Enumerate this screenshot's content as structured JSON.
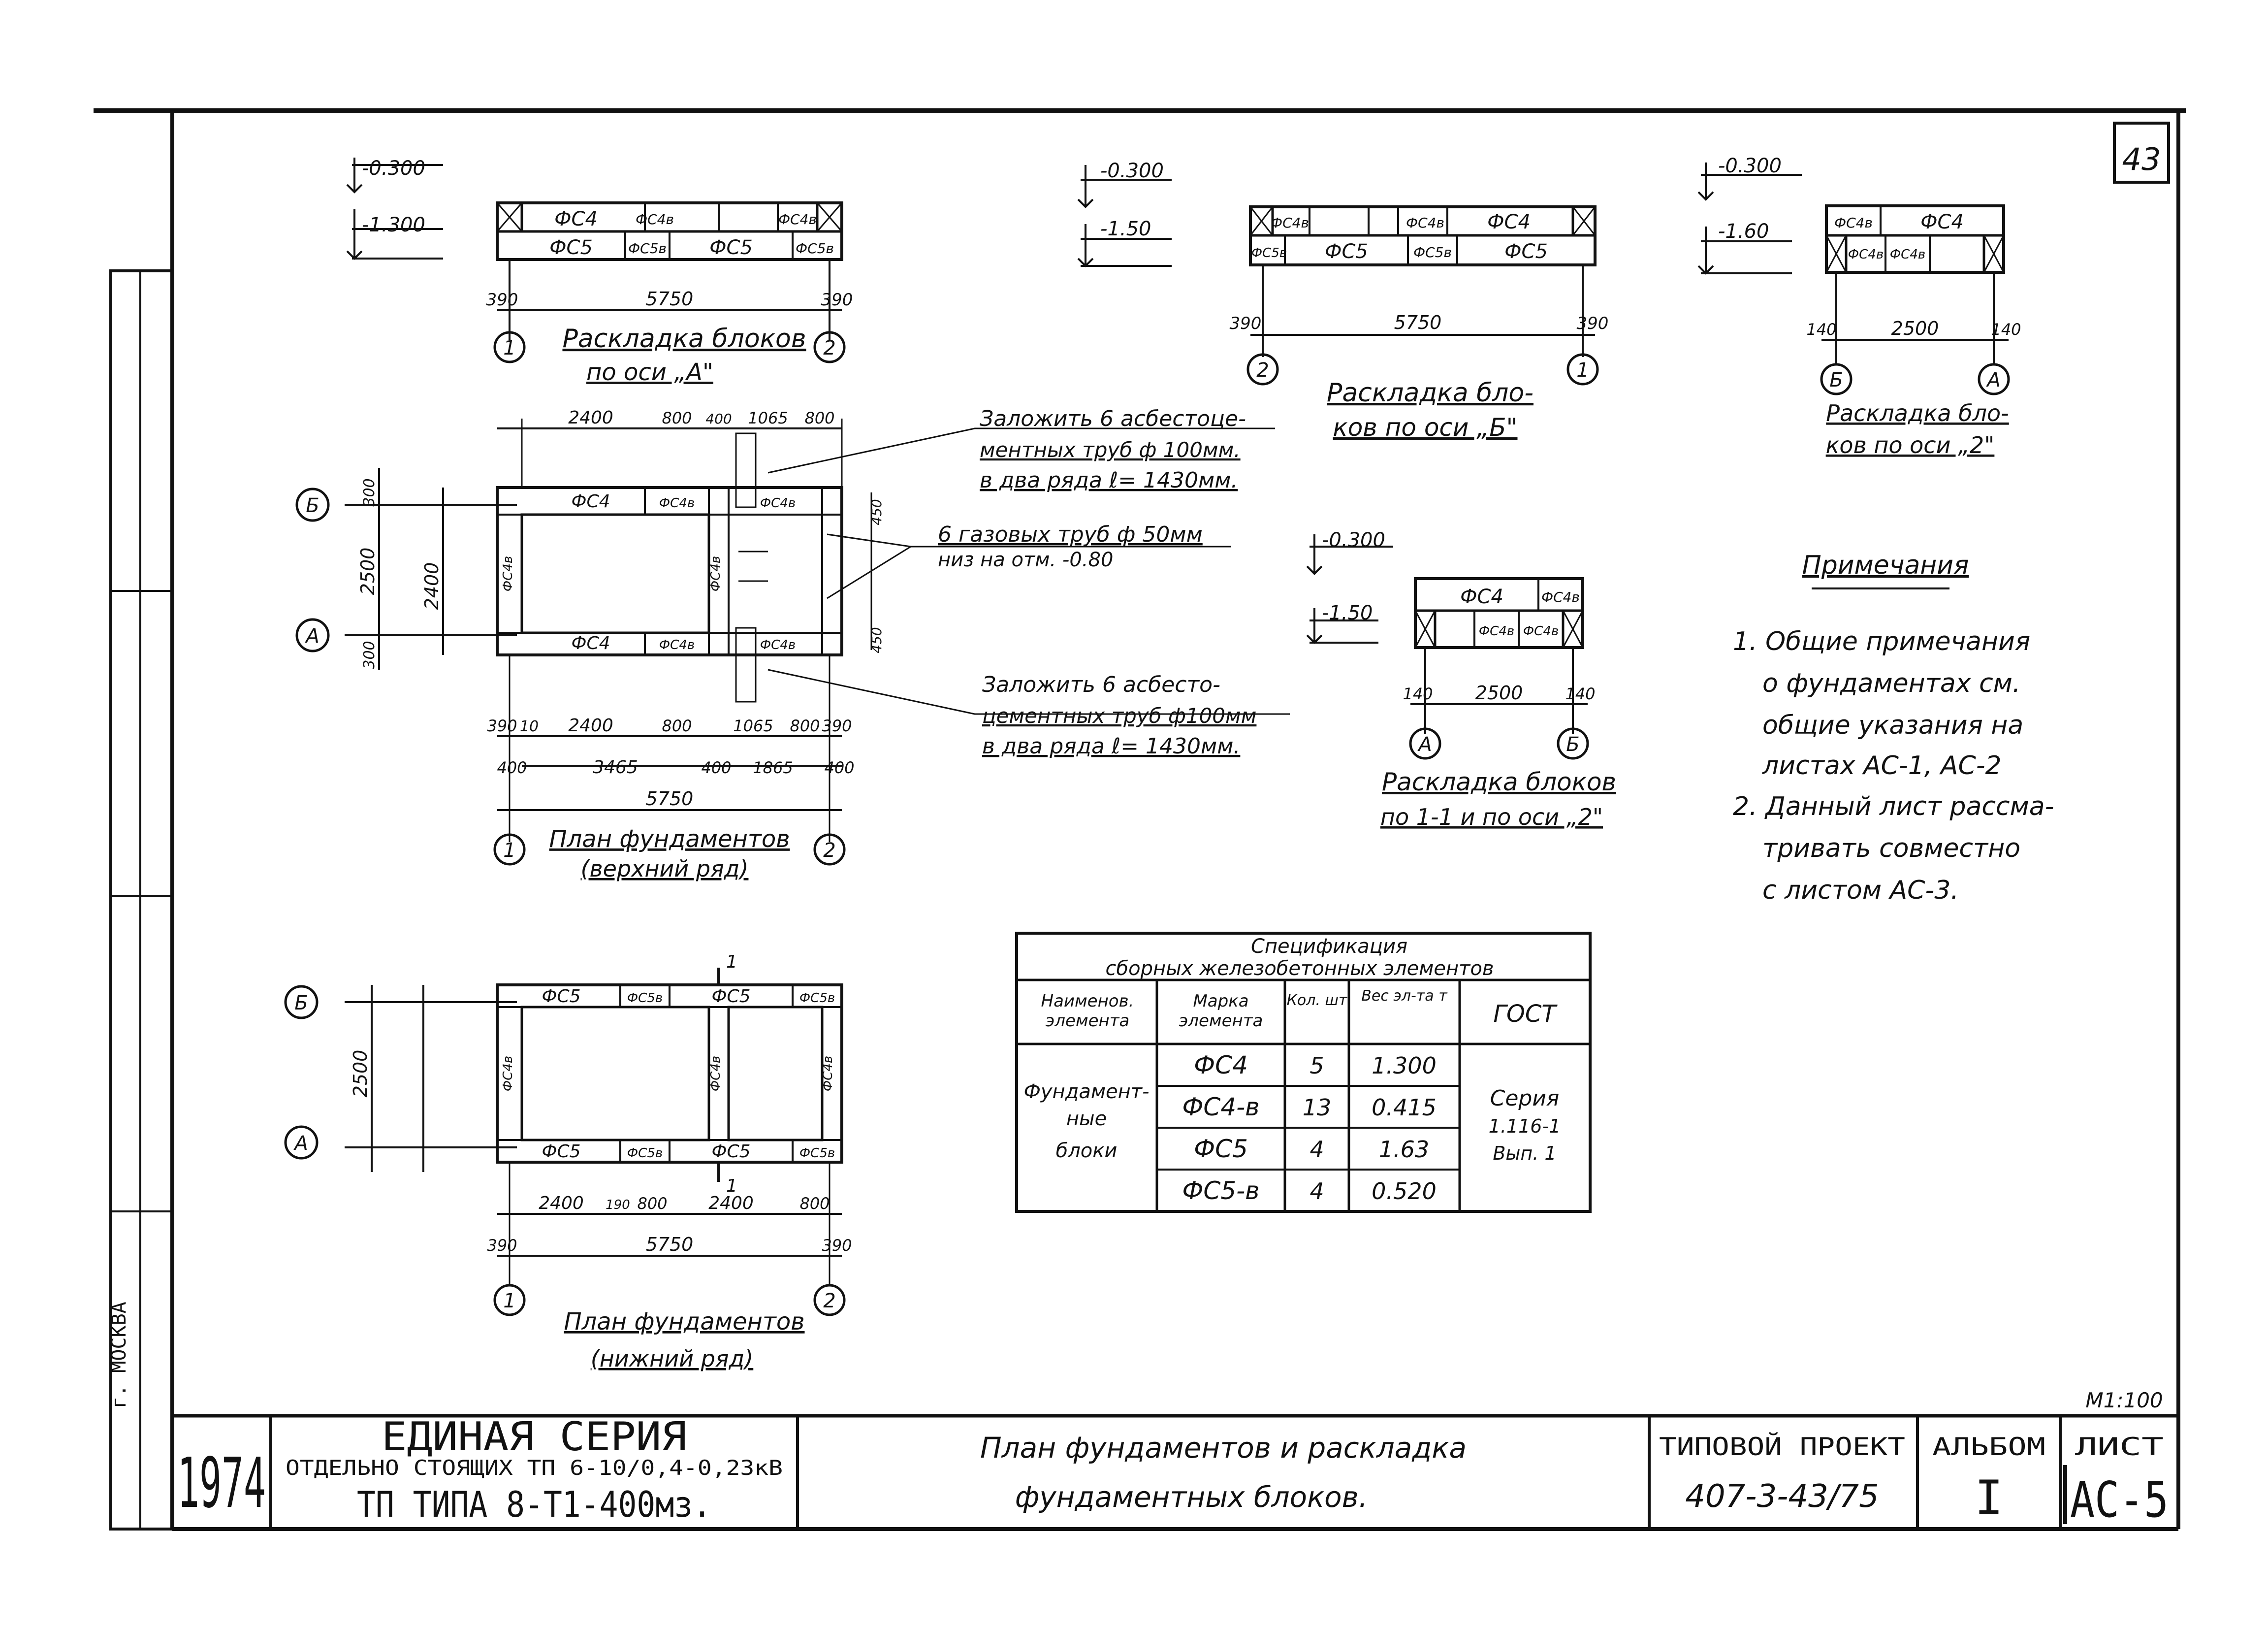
{
  "sheet": {
    "page_number": "43",
    "scale": "М1:100"
  },
  "elevations": {
    "minus_0300": "-0.300",
    "minus_1300": "-1.300",
    "minus_150": "-1.50",
    "minus_160": "-1.60"
  },
  "blocks": {
    "fs4": "ФС4",
    "fs4v": "ФС4в",
    "fs5": "ФС5",
    "fs5v": "ФС5в"
  },
  "layout_a": {
    "title_line1": "Раскладка блоков",
    "title_line2": "по оси „А\"",
    "dim_left": "390",
    "dim_total": "5750",
    "dim_right": "390",
    "axis_left": "1",
    "axis_right": "2"
  },
  "layout_b": {
    "title_line1": "Раскладка бло-",
    "title_line2": "ков по оси „Б\"",
    "dim_left": "390",
    "dim_total": "5750",
    "dim_right": "390",
    "axis_left": "2",
    "axis_right": "1"
  },
  "layout_axis2": {
    "title_line1": "Раскладка бло-",
    "title_line2": "ков по оси „2\"",
    "dim_left": "140",
    "dim_total": "2500",
    "dim_right": "140",
    "axis_left": "Б",
    "axis_right": "А"
  },
  "layout_11": {
    "title_line1": "Раскладка блоков",
    "title_line2": "по 1-1 и по оси „2\"",
    "dim_left": "140",
    "dim_total": "2500",
    "dim_right": "140",
    "axis_left": "А",
    "axis_right": "Б"
  },
  "plan_top": {
    "title_line1": "План фундаментов",
    "title_line2": "(верхний ряд)",
    "axis_a": "А",
    "axis_b": "Б",
    "axis_1": "1",
    "axis_2": "2",
    "dim_total": "5750",
    "dim_height": "2500",
    "dims_top": [
      "2400",
      "800",
      "400",
      "1065",
      "800"
    ],
    "dims_bottom1": [
      "390",
      "10",
      "2400",
      "800",
      "1065",
      "800",
      "390"
    ],
    "dims_bottom2": [
      "400",
      "3465",
      "400",
      "1865",
      "400"
    ],
    "dims_left": [
      "300",
      "2400",
      "300"
    ],
    "dims_right": [
      "450",
      "450"
    ]
  },
  "plan_bottom": {
    "title_line1": "План фундаментов",
    "title_line2": "(нижний ряд)",
    "axis_a": "А",
    "axis_b": "Б",
    "axis_1": "1",
    "axis_2": "2",
    "section_mark": "1",
    "dim_total": "5750",
    "dim_height": "2500",
    "dims_bottom": [
      "2400",
      "190",
      "800",
      "2400",
      "800"
    ],
    "dim_left": "390",
    "dim_right": "390"
  },
  "callouts": {
    "pipes_top_l1": "Заложить 6 асбестоце-",
    "pipes_top_l2": "ментных труб ф 100мм.",
    "pipes_top_l3": "в два ряда ℓ= 1430мм.",
    "gas_l1": "6 газовых труб ф 50мм",
    "gas_l2": "низ на отм. -0.80",
    "pipes_bot_l1": "Заложить 6 асбесто-",
    "pipes_bot_l2": "цементных труб ф100мм",
    "pipes_bot_l3": "в два ряда ℓ= 1430мм."
  },
  "notes": {
    "heading": "Примечания",
    "lines": [
      "1. Общие примечания",
      "о фундаментах см.",
      "общие указания на",
      "листах АС-1, АС-2",
      "2. Данный лист рассма-",
      "тривать совместно",
      "с листом АС-3."
    ]
  },
  "spec_table": {
    "caption_line1": "Спецификация",
    "caption_line2": "сборных железобетонных элементов",
    "headers": [
      "Наименов. элемента",
      "Марка элемента",
      "Кол. шт",
      "Вес эл-та т",
      "ГОСТ"
    ],
    "group_label": [
      "Фундамент-",
      "ные",
      "блоки"
    ],
    "rows": [
      {
        "mark": "ФС4",
        "qty": "5",
        "weight": "1.300"
      },
      {
        "mark": "ФС4-в",
        "qty": "13",
        "weight": "0.415"
      },
      {
        "mark": "ФС5",
        "qty": "4",
        "weight": "1.63"
      },
      {
        "mark": "ФС5-в",
        "qty": "4",
        "weight": "0.520"
      }
    ],
    "gost": [
      "Серия",
      "1.116-1",
      "Вып. 1"
    ]
  },
  "title_block": {
    "year": "1974",
    "series_line1": "ЕДИНАЯ СЕРИЯ",
    "series_line2": "ОТДЕЛЬНО СТОЯЩИХ ТП 6-10/0,4-0,23кВ",
    "series_line3": "ТП ТИПА 8-Т1-400мз.",
    "drawing_title_line1": "План фундаментов и раскладка",
    "drawing_title_line2": "фундаментных блоков.",
    "project_label": "ТИПОВОЙ ПРОЕКТ",
    "project_number": "407-3-43/75",
    "album_label": "АЛЬБОМ",
    "album_number": "I",
    "sheet_label": "ЛИСТ",
    "sheet_number": "АС-5"
  },
  "side_stamp": {
    "city": "г. МОСКВА"
  }
}
